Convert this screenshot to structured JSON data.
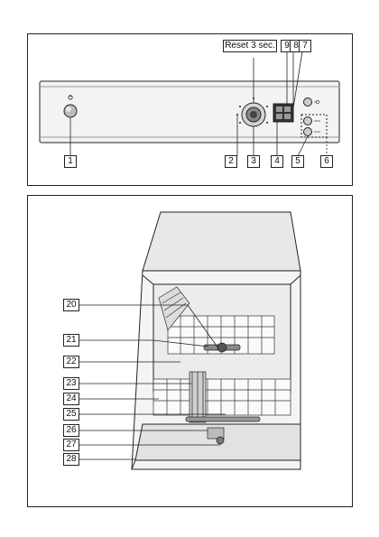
{
  "control_panel": {
    "reset_label": "Reset 3 sec.",
    "callouts": [
      "1",
      "2",
      "3",
      "4",
      "5",
      "6",
      "9",
      "8",
      "7"
    ],
    "power_icon": "power-icon",
    "program_dial_icon": "program-dial-icon",
    "display_icon": "display-icon"
  },
  "interior": {
    "callouts": [
      "20",
      "21",
      "22",
      "23",
      "24",
      "25",
      "26",
      "27",
      "28"
    ]
  }
}
